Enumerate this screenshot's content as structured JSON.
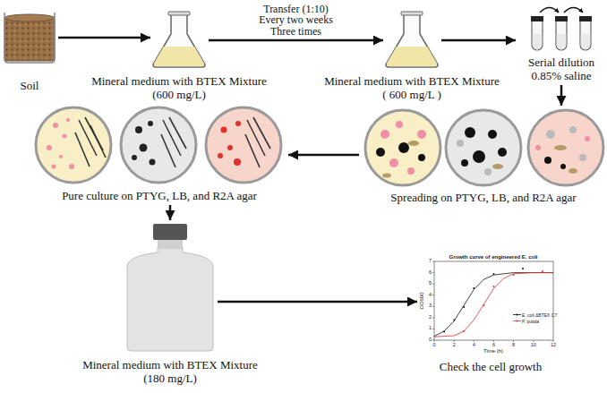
{
  "diagram": {
    "nodes": [
      {
        "text": [
          "Soil"
        ]
      },
      {
        "text": [
          "Mineral medium with BTEX Mixture (600 mg/L)"
        ]
      },
      {
        "text": [
          "Mineral medium with BTEX Mixture ( 600 mg/L )"
        ]
      },
      {
        "text": [
          "Serial dilution 0.85% saline"
        ]
      },
      {
        "text": [
          "Spreading on PTYG, LB, and R2A agar"
        ]
      },
      {
        "text": [
          "Pure culture on PTYG, LB, and R2A agar"
        ]
      },
      {
        "text": [
          "Mineral medium with BTEX Mixture (180 mg/L)"
        ]
      },
      {
        "text": [
          "Check the cell growth"
        ]
      }
    ],
    "edges": [
      {
        "from": 0,
        "to": 1,
        "arrow": "to"
      },
      {
        "from": 1,
        "to": 2,
        "label": "Transfer (1:10) Every two weeks Three times",
        "arrow": "to"
      },
      {
        "from": 2,
        "to": 3,
        "arrow": "to"
      },
      {
        "from": 3,
        "to": 4,
        "arrow": "to"
      },
      {
        "from": 4,
        "to": 5,
        "arrow": "to"
      },
      {
        "from": 5,
        "to": 6,
        "arrow": "to"
      },
      {
        "from": 6,
        "to": 7,
        "arrow": "to"
      }
    ],
    "labels": [
      "Growth curve of engineered E. coli",
      "OD600",
      "Time (h)",
      "0",
      "2",
      "4",
      "6",
      "8",
      "10",
      "12",
      "0",
      "1",
      "2",
      "3",
      "4",
      "5",
      "6",
      "7"
    ],
    "legend": [
      {
        "text": "E. coli ΔBTEX C7"
      },
      {
        "text": "P. putida"
      }
    ]
  }
}
